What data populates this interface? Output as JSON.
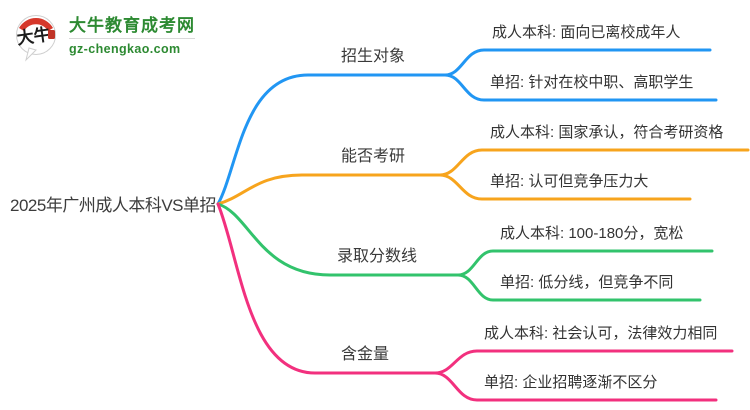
{
  "logo": {
    "icon_text": "大牛",
    "title": "大牛教育成考网",
    "domain": "gz-chengkao.com",
    "brand_green": "#2d8a32",
    "accent_red": "#d6382b"
  },
  "mindmap": {
    "root": "2025年广州成人本科VS单招",
    "text_color": "#3a3a3a",
    "branches": [
      {
        "label": "招生对象",
        "color": "#2196f3",
        "children": [
          "成人本科: 面向已离校成年人",
          "单招: 针对在校中职、高职学生"
        ]
      },
      {
        "label": "能否考研",
        "color": "#f7a41d",
        "children": [
          "成人本科: 国家承认，符合考研资格",
          "单招: 认可但竞争压力大"
        ]
      },
      {
        "label": "录取分数线",
        "color": "#32c36c",
        "children": [
          "成人本科: 100-180分，宽松",
          "单招: 低分线，但竞争不同"
        ]
      },
      {
        "label": "含金量",
        "color": "#f2307e",
        "children": [
          "成人本科: 社会认可，法律效力相同",
          "单招: 企业招聘逐渐不区分"
        ]
      }
    ]
  }
}
